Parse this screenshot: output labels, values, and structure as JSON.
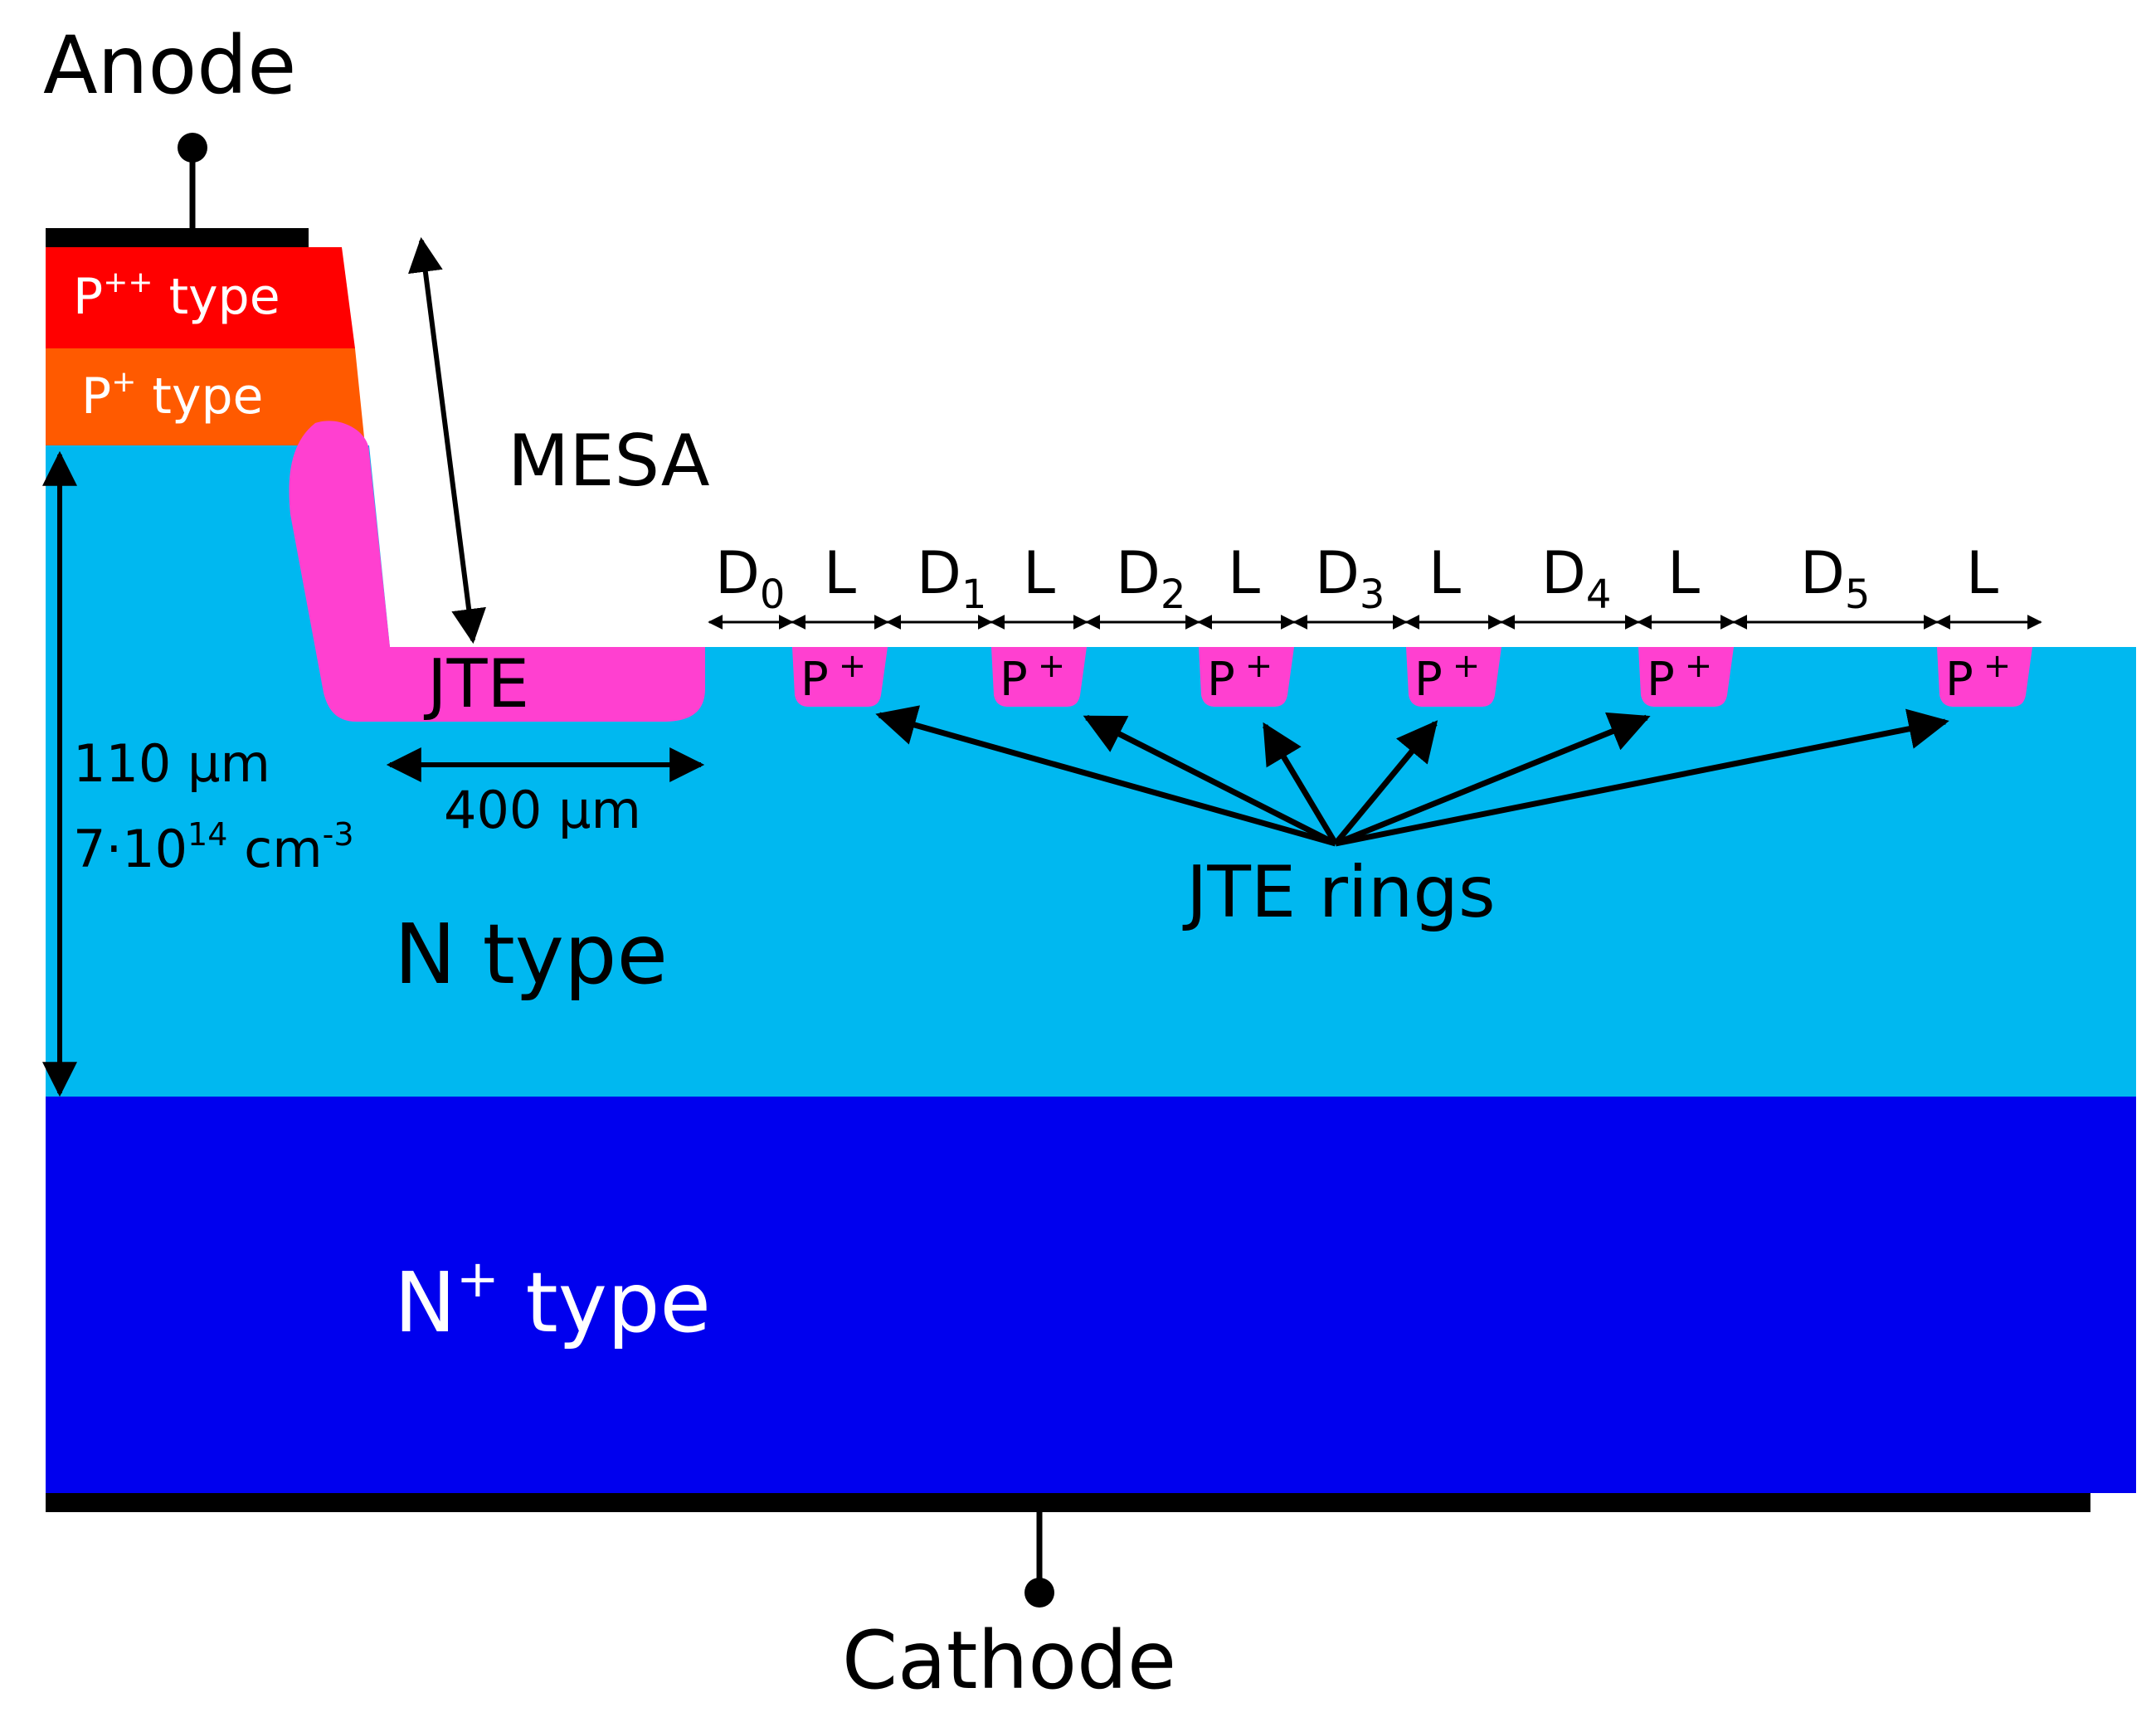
{
  "terminals": {
    "anode": "Anode",
    "cathode": "Cathode"
  },
  "layers": {
    "p_plus_plus": {
      "base": "P",
      "sup": "++",
      "rest": " type",
      "color": "#ff0000"
    },
    "p_plus": {
      "base": "P",
      "sup": "+",
      "rest": " type",
      "color": "#ff5a00"
    },
    "n_drift": {
      "label": "N type",
      "color": "#00b8f0"
    },
    "n_plus": {
      "base": "N",
      "sup": "+",
      "rest": " type",
      "color": "#0000ee"
    }
  },
  "mesa": {
    "label": "MESA"
  },
  "jte": {
    "label": "JTE",
    "width_label": "400 µm",
    "color": "#ff40d0"
  },
  "drift_region": {
    "thickness": "110 µm",
    "doping": {
      "base": "7·10",
      "sup": "14",
      "unit": " cm",
      "unit_sup": "-3"
    }
  },
  "rings": {
    "caption": "JTE rings",
    "ring_label": {
      "base": "P",
      "sup": "+"
    },
    "spacing_labels": [
      {
        "base": "D",
        "sub": "0"
      },
      {
        "base": "D",
        "sub": "1"
      },
      {
        "base": "D",
        "sub": "2"
      },
      {
        "base": "D",
        "sub": "3"
      },
      {
        "base": "D",
        "sub": "4"
      },
      {
        "base": "D",
        "sub": "5"
      }
    ],
    "width_label": "L"
  },
  "colors": {
    "metal": "#000000",
    "arrows": "#000000",
    "text_dark": "#000000",
    "text_light": "#ffffff"
  }
}
